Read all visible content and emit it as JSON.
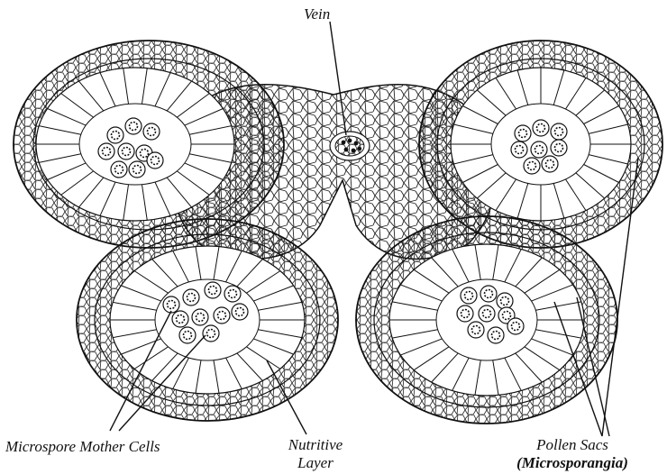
{
  "labels": {
    "vein": "Vein",
    "microspore_mother_cells": "Microspore Mother Cells",
    "nutritive_layer_line1": "Nutritive",
    "nutritive_layer_line2": "Layer",
    "pollen_sacs_line1": "Pollen Sacs",
    "pollen_sacs_line2": "(Microsporangia)"
  },
  "colors": {
    "ink": "#111111",
    "background": "#ffffff"
  }
}
